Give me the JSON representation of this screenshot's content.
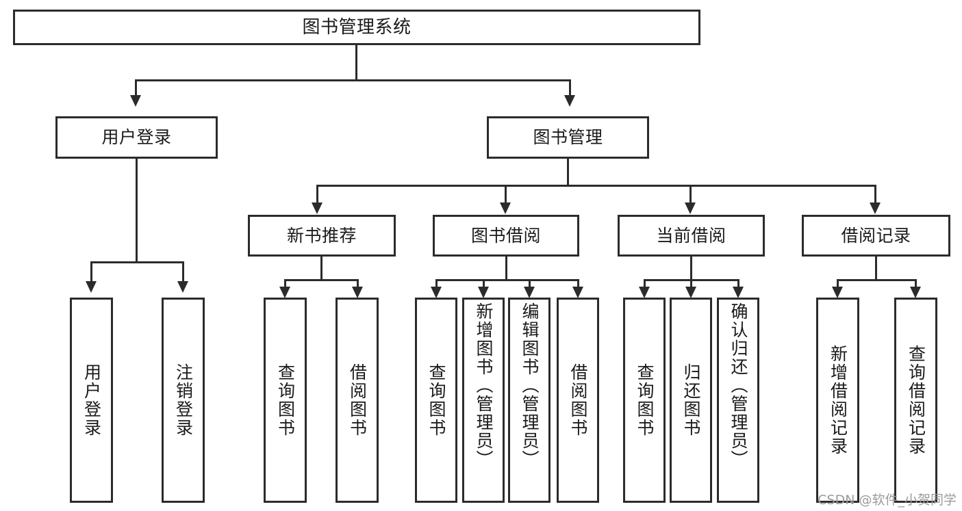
{
  "diagram": {
    "type": "tree-hierarchy-chart",
    "title": "图书管理系统",
    "root": {
      "id": "root",
      "label": "图书管理系统"
    },
    "level2": [
      {
        "id": "user-login",
        "label": "用户登录"
      },
      {
        "id": "book-management",
        "label": "图书管理"
      }
    ],
    "level3": [
      {
        "id": "new-book-recommend",
        "label": "新书推荐",
        "parent": "book-management"
      },
      {
        "id": "book-borrow",
        "label": "图书借阅",
        "parent": "book-management"
      },
      {
        "id": "current-borrow",
        "label": "当前借阅",
        "parent": "book-management"
      },
      {
        "id": "borrow-record",
        "label": "借阅记录",
        "parent": "book-management"
      }
    ],
    "leaves": [
      {
        "id": "leaf-user-login",
        "label": "用户登录",
        "parent": "user-login"
      },
      {
        "id": "leaf-user-logout",
        "label": "注销登录",
        "parent": "user-login"
      },
      {
        "id": "leaf-query-book-1",
        "label": "查询图书",
        "parent": "new-book-recommend"
      },
      {
        "id": "leaf-borrow-book-1",
        "label": "借阅图书",
        "parent": "new-book-recommend"
      },
      {
        "id": "leaf-query-book-2",
        "label": "查询图书",
        "parent": "book-borrow"
      },
      {
        "id": "leaf-add-book",
        "label": "新增图书（管理员）",
        "parent": "book-borrow"
      },
      {
        "id": "leaf-edit-book",
        "label": "编辑图书（管理员）",
        "parent": "book-borrow"
      },
      {
        "id": "leaf-borrow-book-2",
        "label": "借阅图书",
        "parent": "book-borrow"
      },
      {
        "id": "leaf-query-book-3",
        "label": "查询图书",
        "parent": "current-borrow"
      },
      {
        "id": "leaf-return-book",
        "label": "归还图书",
        "parent": "current-borrow"
      },
      {
        "id": "leaf-confirm-return",
        "label": "确认归还（管理员）",
        "parent": "current-borrow"
      },
      {
        "id": "leaf-add-record",
        "label": "新增借阅记录",
        "parent": "borrow-record"
      },
      {
        "id": "leaf-query-record",
        "label": "查询借阅记录",
        "parent": "borrow-record"
      }
    ]
  },
  "watermark": {
    "text": "CSDN @软件_小贺同学"
  },
  "colors": {
    "stroke": "#2b2b2b",
    "fill": "#ffffff",
    "text": "#1a1a1a",
    "watermark": "#9b9b9b"
  }
}
